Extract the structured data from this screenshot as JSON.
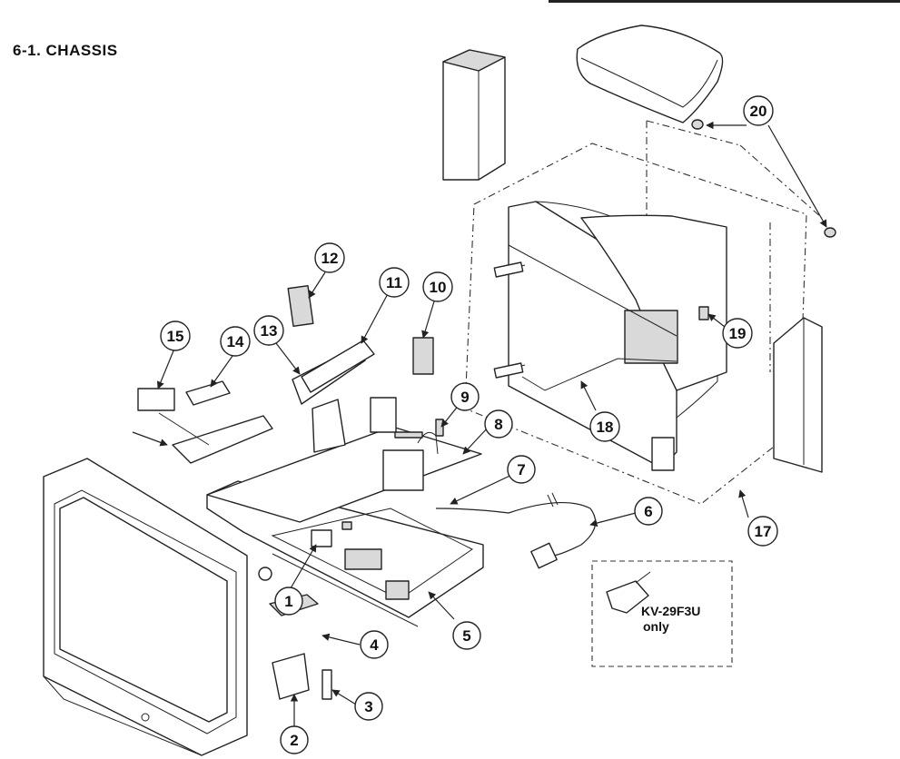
{
  "title": "6-1.   CHASSIS",
  "note": {
    "line1": "KV-29F3U",
    "line2": "only"
  },
  "callouts": [
    "1",
    "2",
    "3",
    "4",
    "5",
    "6",
    "7",
    "8",
    "9",
    "10",
    "11",
    "12",
    "13",
    "14",
    "15",
    "17",
    "18",
    "19",
    "20"
  ]
}
